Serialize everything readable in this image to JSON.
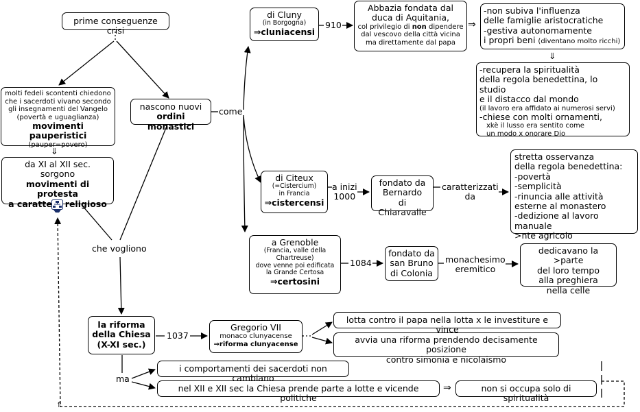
{
  "nodes": {
    "crisi": "prime conseguenze crisi",
    "fedeli": {
      "l1": "molti fedeli scontenti chiedono",
      "l2": "che i sacerdoti vivano secondo",
      "l3": "gli insegnamenti del Vangelo",
      "l4": "(povertà e uguaglianza)",
      "l5": "movimenti pauperistici",
      "l6": "(pauper=povero)"
    },
    "protesta": {
      "l1": "da XI al XII sec.",
      "l2": "sorgono",
      "l3": "movimenti di protesta",
      "l4": "a carattere religioso"
    },
    "ordini": {
      "l1": "nascono nuovi",
      "l2": "ordini monastici"
    },
    "riforma": {
      "l1": "la riforma",
      "l2": "della Chiesa",
      "l3": "(X-XI sec.)"
    },
    "cluny": {
      "l1": "di Cluny",
      "l2": "(in Borgogna)",
      "l3": "⇒cluniacensi"
    },
    "abbazia": {
      "l1": "Abbazia fondata dal",
      "l2": "duca di Aquitania,",
      "l3a": "col privilegio di ",
      "l3b": "non",
      "l3c": " dipendere",
      "l4": "dal vescovo della città vicina",
      "l5": "ma direttamente dal papa"
    },
    "influenza": {
      "l1": "-non subiva l'influenza",
      "l2": " delle famiglie aristocratiche",
      "l3": "-gestiva autonomamente",
      "l4a": " i propri beni ",
      "l4b": "(diventano molto ricchi)"
    },
    "recupera": {
      "l1": "-recupera la spiritualità",
      "l2": " della regola benedettina, lo studio",
      "l3": " e il distacco dal mondo",
      "l4": " (il lavoro era affidato ai numerosi servi)",
      "l5": "-chiese con molti ornamenti,",
      "l6": "xkè il lusso era sentito come",
      "l7": "un modo x onorare Dio"
    },
    "citeux": {
      "l1": "di Citeux",
      "l2": "(=Cistercium)",
      "l3": "in Francia",
      "l4": "⇒cistercensi"
    },
    "bernardo": {
      "l1": "fondato da",
      "l2": "Bernardo",
      "l3": "di Chiaravalle"
    },
    "osservanza": {
      "l1": "stretta osservanza",
      "l2": "della regola benedettina:",
      "l3": "-povertà",
      "l4": "-semplicità",
      "l5": "-rinuncia alle attività",
      "l6": " esterne al monastero",
      "l7": "-dedizione al lavoro manuale",
      "l8": " >nte agricolo"
    },
    "grenoble": {
      "l1": "a Grenoble",
      "l2": "(Francia, valle della",
      "l3": "Chartreuse)",
      "l4": "dove venne poi edificata",
      "l5": "la Grande Certosa",
      "l6": "⇒certosini"
    },
    "bruno": {
      "l1": "fondato da",
      "l2": "san Bruno",
      "l3": "di Colonia"
    },
    "preghiera": {
      "l1": "dedicavano la >parte",
      "l2": "del loro tempo",
      "l3": "alla preghiera",
      "l4": "nella celle"
    },
    "gregorio": {
      "l1": "Gregorio VII",
      "l2": "monaco clunyacense",
      "l3": "⇒riforma clunyacense"
    },
    "investiture": "lotta contro il papa nella lotta x le investiture e vince",
    "simonia": {
      "l1": "avvia una riforma prendendo decisamente posizione",
      "l2": "contro simonia e nicolaismo"
    },
    "comportamenti": "i comportamenti dei sacerdoti non cambiano",
    "lotte": "nel XII e XII sec la Chiesa prende parte a lotte e vicende politiche",
    "spiritualita": "non si occupa solo di spiritualità"
  },
  "labels": {
    "come": "come",
    "vogliono": "che vogliono",
    "y910": "910",
    "inizi": "a inizi",
    "y1000": "1000",
    "caratterizzati": "caratterizzati",
    "da": "da",
    "y1084": "1084",
    "monachesimo": "monachesimo",
    "eremitico": "eremitico",
    "y1037": "1037",
    "ma": "ma",
    "arrow_right": "⇒",
    "arrow_down": "⇓",
    "arrow_up": "⇑"
  },
  "icons": [
    "sitemap-icon"
  ]
}
